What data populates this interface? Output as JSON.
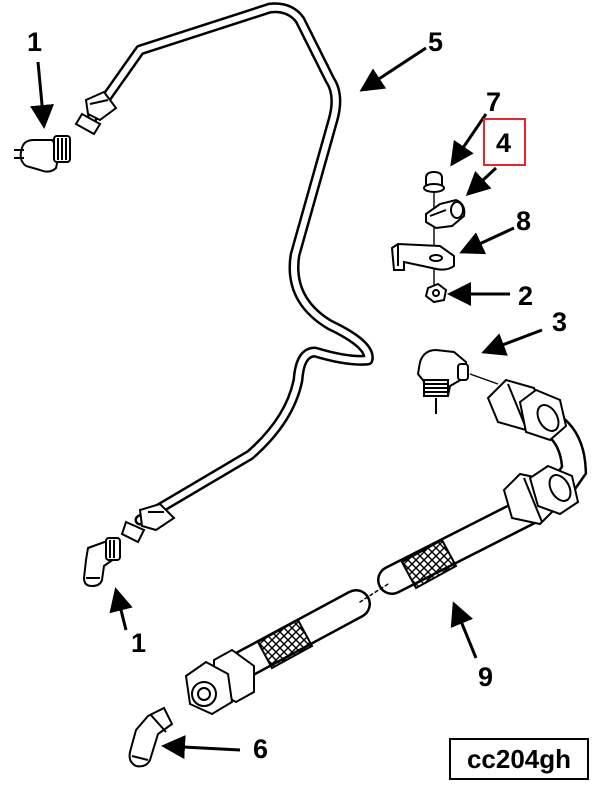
{
  "callouts": {
    "part_1_top": "1",
    "part_1_bottom": "1",
    "part_2": "2",
    "part_3": "3",
    "part_4": "4",
    "part_5": "5",
    "part_6": "6",
    "part_7": "7",
    "part_8": "8",
    "part_9": "9"
  },
  "figure_code": "cc204gh",
  "colors": {
    "line": "#000000",
    "highlight": "#e0282d",
    "paper": "#ffffff"
  }
}
